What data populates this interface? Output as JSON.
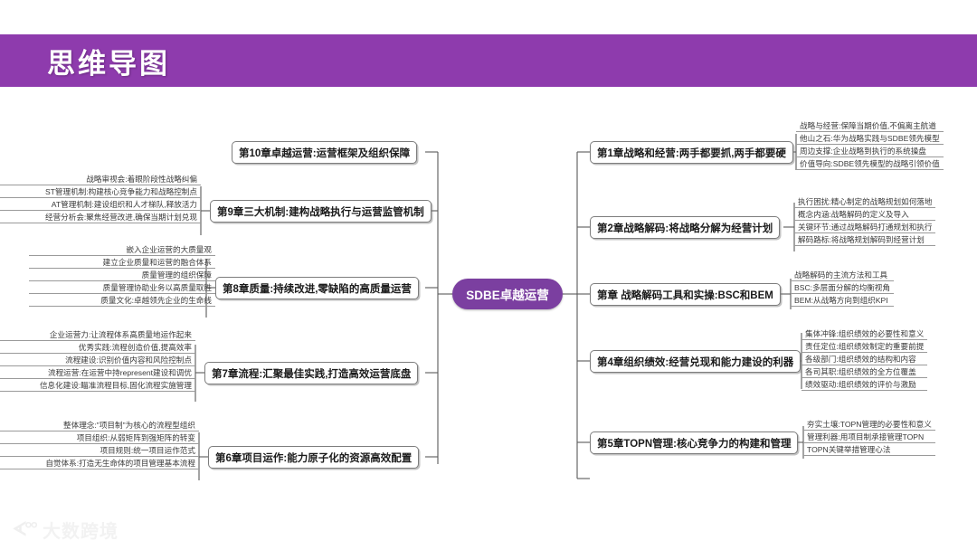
{
  "header": {
    "title": "思维导图",
    "bg_color": "#8e3bad",
    "text_color": "#ffffff"
  },
  "root": {
    "label": "SDBE卓越运营",
    "bg_color": "#7b3fa0",
    "text_color": "#ffffff"
  },
  "watermark": {
    "mark": "ᗉ°°",
    "text": "大数跨境"
  },
  "branches_right": [
    {
      "id": "ch1",
      "title": "第1章战略和经营:两手都要抓,两手都要硬",
      "leaves": [
        "战略与经营:保障当期价值,不偏离主航道",
        "他山之石:华为战略实践与SDBE领先模型",
        "周边支撑:企业战略到执行的系统操盘",
        "价值导向:SDBE领先模型的战略引领价值"
      ]
    },
    {
      "id": "ch2",
      "title": "第2章战略解码:将战略分解为经营计划",
      "leaves": [
        "执行困扰:精心制定的战略规划如何落地",
        "概念内涵:战略解码的定义及导入",
        "关键环节:通过战略解码打通规划和执行",
        "解码路标:将战略规划解码到经营计划"
      ]
    },
    {
      "id": "ch3",
      "title": "第章 战略解码工具和实操:BSC和BEM",
      "leaves": [
        "战略解码的主流方法和工具",
        "BSC:多层面分解的均衡视角",
        "BEM:从战略方向到组织KPI"
      ]
    },
    {
      "id": "ch4",
      "title": "第4章组织绩效:经营兑现和能力建设的利器",
      "leaves": [
        "集体冲锋:组织绩效的必要性和意义",
        "责任定位:组织绩效制定的重要前提",
        "各级部门:组织绩效的结构和内容",
        "各司其职:组织绩效的全方位覆盖",
        "绩效驱动:组织绩效的评价与激励"
      ]
    },
    {
      "id": "ch5",
      "title": "第5章TOPN管理:核心竞争力的构建和管理",
      "leaves": [
        "夯实土壤:TOPN管理的必要性和意义",
        "管理利器:用项目制承接管理TOPN",
        "TOPN关键举措管理心法"
      ]
    }
  ],
  "branches_left": [
    {
      "id": "ch10",
      "title": "第10章卓越运营:运营框架及组织保障",
      "leaves": []
    },
    {
      "id": "ch9",
      "title": "第9章三大机制:建构战略执行与运营监管机制",
      "leaves": [
        "战略审视会:着眼阶段性战略纠偏",
        "ST管理机制:构建核心竞争能力和战略控制点",
        "AT管理机制:建设组织和人才梯队,释放活力",
        "经营分析会:聚焦经营改进,确保当期计划兑现"
      ]
    },
    {
      "id": "ch8",
      "title": "第8章质量:持续改进,零缺陷的高质量运营",
      "leaves": [
        "嵌入企业运营的大质量观",
        "建立企业质量和运营的融合体系",
        "质量管理的组织保障",
        "质量管理协助业务以高质量取胜",
        "质量文化:卓越领先企业的生命线"
      ]
    },
    {
      "id": "ch7",
      "title": "第7章流程:汇聚最佳实践,打造高效运营底盘",
      "leaves": [
        "企业运营力:让流程体系高质量地运作起来",
        "优秀实践:流程创造价值,提高效率",
        "流程建设:识别价值内容和风险控制点",
        "流程运营:在运营中持represent建设和调优",
        "信息化建设:瞄准流程目标,固化流程实施管理"
      ]
    },
    {
      "id": "ch6",
      "title": "第6章项目运作:能力原子化的资源高效配置",
      "leaves": [
        "整体理念:\"项目制\"为核心的流程型组织",
        "项目组织:从弱矩阵到强矩阵的转变",
        "项目规则:统一项目运作范式",
        "自觉体系:打造无生命体的项目管理基本流程"
      ]
    }
  ]
}
